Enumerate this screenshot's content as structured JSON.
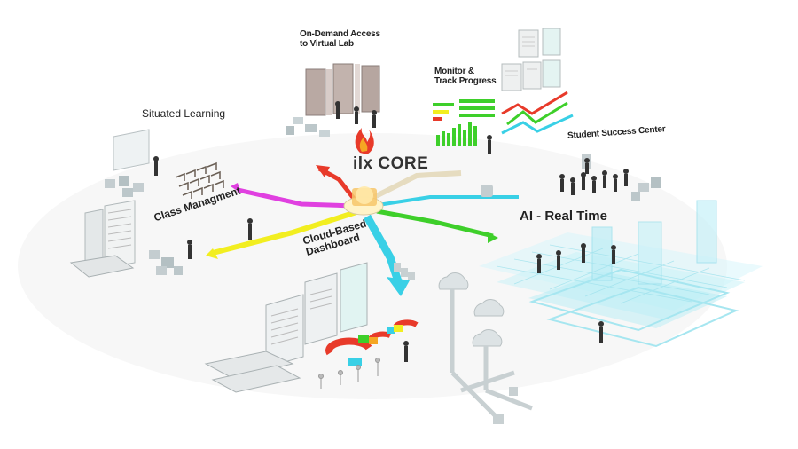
{
  "core": {
    "title": "ilx CORE",
    "flame_icon": "flame-icon"
  },
  "nodes": {
    "virtual_lab": {
      "line1": "On-Demand Access",
      "line2": "to Virtual Lab"
    },
    "monitor": {
      "line1": "Monitor &",
      "line2": "Track Progress"
    },
    "situated": {
      "label": "Situated Learning"
    },
    "success": {
      "label": "Student Success Center"
    },
    "class_mgmt": {
      "label": "Class Managment"
    },
    "ai": {
      "label": "AI - Real Time"
    },
    "dashboard": {
      "line1": "Cloud-Based",
      "line2": "Dashboard"
    }
  },
  "colors": {
    "magenta": "#e040e0",
    "green": "#3ecf2a",
    "yellow": "#f2ee20",
    "cyan": "#39d0e6",
    "beige": "#e6dcc0",
    "red": "#e83a2a",
    "orange": "#f5a623",
    "teal_grid": "#a8ecf5"
  }
}
